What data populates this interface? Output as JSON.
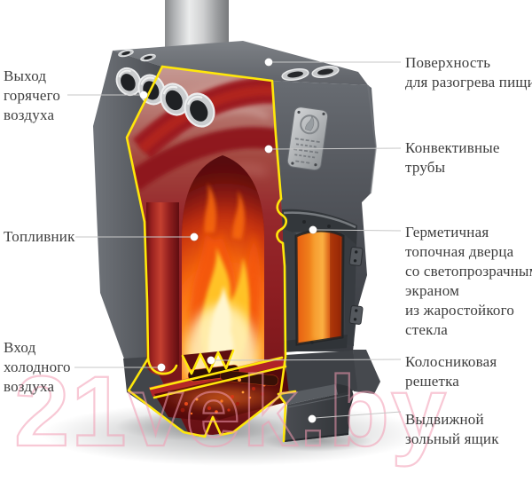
{
  "figure": {
    "subject": "Схема печи в разрезе (дровяная отопительная печь)"
  },
  "callouts": {
    "hot_air_outlet": {
      "lines": [
        "Выход",
        "горячего",
        "воздуха"
      ]
    },
    "cooking_surface": {
      "lines": [
        "Поверхность",
        "для разогрева пищи"
      ]
    },
    "convective_tubes": {
      "lines": [
        "Конвективные",
        "трубы"
      ]
    },
    "firebox": {
      "lines": [
        "Топливник"
      ]
    },
    "firebox_door": {
      "lines": [
        "Герметичная",
        "топочная дверца",
        "со светопрозрачным",
        "экраном",
        "из жаростойкого",
        "стекла"
      ]
    },
    "cold_air_inlet": {
      "lines": [
        "Вход",
        "холодного",
        "воздуха"
      ]
    },
    "grate": {
      "lines": [
        "Колосниковая",
        "решетка"
      ]
    },
    "ash_drawer": {
      "lines": [
        "Выдвижной",
        "зольный ящик"
      ]
    }
  },
  "watermark": {
    "text": "21vek.by",
    "color": "rgba(242,155,178,0.55)"
  },
  "colors": {
    "background": "#ffffff",
    "label_text": "#3e3e3e",
    "leader_line": "#c7c7c7",
    "marker_dot": "#ffffff",
    "cut_outline": "#ffe70a",
    "body_gray": "#54575c",
    "cut_red": "#9d1c21",
    "fire_orange": "#ff8c1a",
    "fire_core": "#fff3c4",
    "door_glass": "#f07e1a",
    "watermark_pink": "#f29bb2"
  }
}
